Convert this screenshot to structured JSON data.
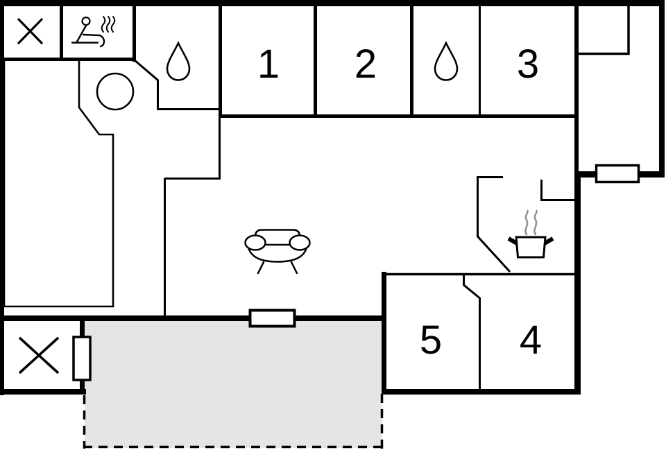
{
  "colors": {
    "background": "#ffffff",
    "wall": "#000000",
    "pool": "#b4fbfd",
    "terrace": "#e5e5e5",
    "steam": "#8f8f8f"
  },
  "rooms": [
    {
      "name": "bedroom-1",
      "label": "1"
    },
    {
      "name": "bedroom-2",
      "label": "2"
    },
    {
      "name": "bedroom-3",
      "label": "3"
    },
    {
      "name": "bedroom-4",
      "label": "4"
    },
    {
      "name": "bedroom-5",
      "label": "5"
    }
  ],
  "icons": {
    "top_left_room": "x-mark-icon",
    "sauna_room": "sauna-person-steam-icon",
    "bathroom_top_left": "water-drop-icon",
    "bathroom_middle": "water-drop-icon",
    "pool": "swimming-pool-area",
    "hot_tub": "hot-tub-circle",
    "living_room": "sofa-icon",
    "kitchen": "cooking-pot-steam-icon",
    "bottom_left_room": "x-mark-icon",
    "terrace": "terrace-dashed-area",
    "windows": [
      "window-right-wall",
      "window-south-wall",
      "window-west-room"
    ]
  }
}
